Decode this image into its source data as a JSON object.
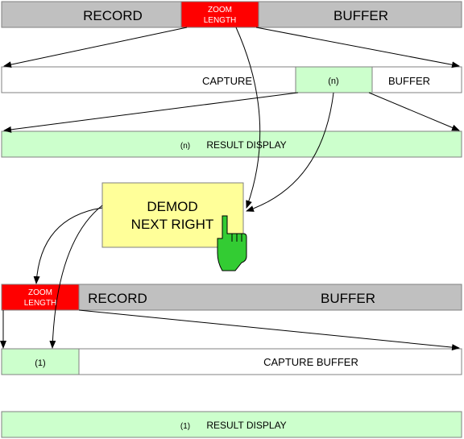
{
  "top_record": {
    "record": "RECORD",
    "zoom_line1": "ZOOM",
    "zoom_line2": "LENGTH",
    "buffer": "BUFFER"
  },
  "capture_row": {
    "capture": "CAPTURE",
    "n": "(n)",
    "buffer": "BUFFER"
  },
  "result_n": {
    "prefix": "(n)",
    "label": "RESULT DISPLAY"
  },
  "softkey": {
    "line1": "DEMOD",
    "line2": "NEXT RIGHT",
    "hand_icon": "pointing-hand-icon"
  },
  "bottom_record": {
    "zoom_line1": "ZOOM",
    "zoom_line2": "LENGTH",
    "record": "RECORD",
    "buffer": "BUFFER"
  },
  "capture_row2": {
    "one": "(1)",
    "label": "CAPTURE BUFFER"
  },
  "result_1": {
    "prefix": "(1)",
    "label": "RESULT DISPLAY"
  },
  "colors": {
    "gray": "#c0c0c0",
    "zoom_red": "#ff0000",
    "green": "#ccffcc",
    "softkey_yellow": "#ffff99",
    "hand_green": "#33cc33"
  }
}
